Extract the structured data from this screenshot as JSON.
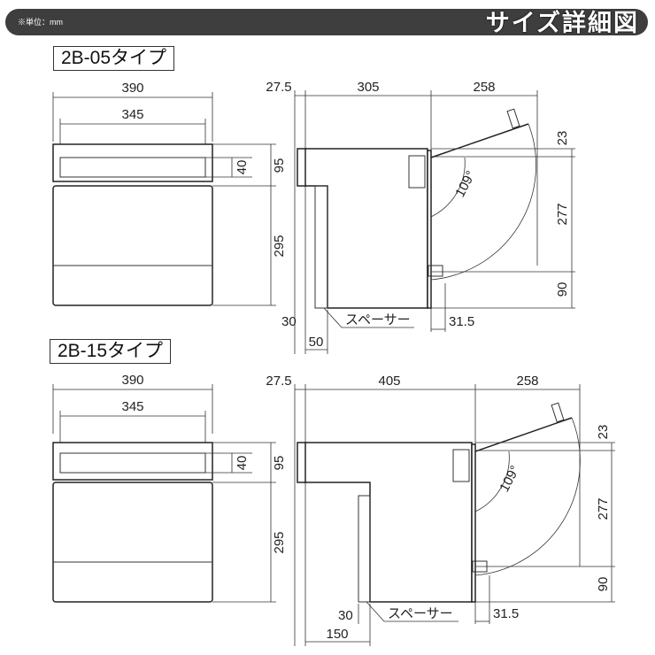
{
  "header": {
    "unit_note": "※単位：mm",
    "title": "サイズ詳細図"
  },
  "types": [
    {
      "label": "2B-05タイプ",
      "front": {
        "width": "390",
        "slot_width": "345",
        "slot_height": "40",
        "top_height": "95",
        "door_height": "295"
      },
      "side": {
        "front_depth": "27.5",
        "body_depth": "305",
        "door_open": "258",
        "top_offset": "23",
        "door_span": "277",
        "bottom": "90",
        "angle": "109°",
        "spacer_gap": "30",
        "spacer_width": "50",
        "door_thickness": "31.5",
        "spacer_label": "スペーサー"
      }
    },
    {
      "label": "2B-15タイプ",
      "front": {
        "width": "390",
        "slot_width": "345",
        "slot_height": "40",
        "top_height": "95",
        "door_height": "295"
      },
      "side": {
        "front_depth": "27.5",
        "body_depth": "405",
        "door_open": "258",
        "top_offset": "23",
        "door_span": "277",
        "bottom": "90",
        "angle": "109°",
        "spacer_gap": "30",
        "spacer_width": "150",
        "door_thickness": "31.5",
        "spacer_label": "スペーサー"
      }
    }
  ]
}
